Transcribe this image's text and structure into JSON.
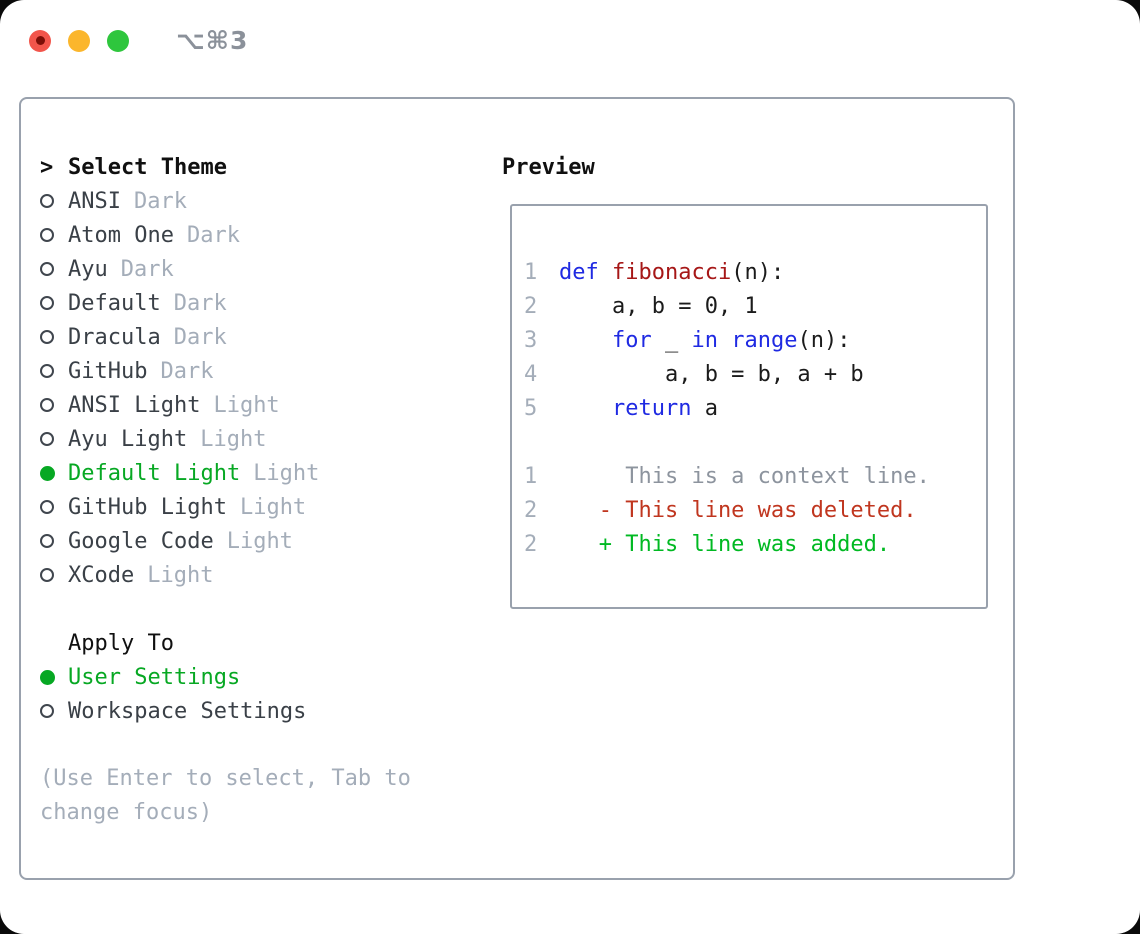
{
  "window": {
    "shortcut_label": "⌥⌘3",
    "traffic_lights": [
      "close",
      "minimize",
      "zoom"
    ]
  },
  "theme_list": {
    "header_prefix": ">",
    "header": "Select Theme",
    "items": [
      {
        "name": "ANSI",
        "tag": "Dark",
        "selected": false
      },
      {
        "name": "Atom One",
        "tag": "Dark",
        "selected": false
      },
      {
        "name": "Ayu",
        "tag": "Dark",
        "selected": false
      },
      {
        "name": "Default",
        "tag": "Dark",
        "selected": false
      },
      {
        "name": "Dracula",
        "tag": "Dark",
        "selected": false
      },
      {
        "name": "GitHub",
        "tag": "Dark",
        "selected": false
      },
      {
        "name": "ANSI Light",
        "tag": "Light",
        "selected": false
      },
      {
        "name": "Ayu Light",
        "tag": "Light",
        "selected": false
      },
      {
        "name": "Default Light",
        "tag": "Light",
        "selected": true
      },
      {
        "name": "GitHub Light",
        "tag": "Light",
        "selected": false
      },
      {
        "name": "Google Code",
        "tag": "Light",
        "selected": false
      },
      {
        "name": "XCode",
        "tag": "Light",
        "selected": false
      }
    ]
  },
  "apply_to": {
    "header": "Apply To",
    "items": [
      {
        "name": "User Settings",
        "selected": true
      },
      {
        "name": "Workspace Settings",
        "selected": false
      }
    ]
  },
  "help_text": "(Use Enter to select, Tab to change focus)",
  "preview": {
    "header": "Preview",
    "code_lines": [
      {
        "num": "1",
        "tokens": [
          {
            "text": "def",
            "style": "kw"
          },
          {
            "text": " ",
            "style": "plain"
          },
          {
            "text": "fibonacci",
            "style": "fn"
          },
          {
            "text": "(n):",
            "style": "plain"
          }
        ]
      },
      {
        "num": "2",
        "tokens": [
          {
            "text": "    a, b = 0, 1",
            "style": "plain"
          }
        ]
      },
      {
        "num": "3",
        "tokens": [
          {
            "text": "    ",
            "style": "plain"
          },
          {
            "text": "for",
            "style": "kw"
          },
          {
            "text": " _ ",
            "style": "plain"
          },
          {
            "text": "in",
            "style": "kw"
          },
          {
            "text": " ",
            "style": "plain"
          },
          {
            "text": "range",
            "style": "kw"
          },
          {
            "text": "(n):",
            "style": "plain"
          }
        ]
      },
      {
        "num": "4",
        "tokens": [
          {
            "text": "        a, b = b, a + b",
            "style": "plain"
          }
        ]
      },
      {
        "num": "5",
        "tokens": [
          {
            "text": "    ",
            "style": "plain"
          },
          {
            "text": "return",
            "style": "kw"
          },
          {
            "text": " a",
            "style": "plain"
          }
        ]
      },
      {
        "num": "",
        "tokens": []
      },
      {
        "num": "1",
        "tokens": [
          {
            "text": "     This is a context line.",
            "style": "ctx"
          }
        ]
      },
      {
        "num": "2",
        "tokens": [
          {
            "text": "   - This line was deleted.",
            "style": "del"
          }
        ]
      },
      {
        "num": "2",
        "tokens": [
          {
            "text": "   + This line was added.",
            "style": "add"
          }
        ]
      }
    ]
  },
  "colors": {
    "selected_green": "#07a823",
    "keyword_blue": "#1f2ae2",
    "function_red": "#a61717",
    "diff_deleted": "#c0361f",
    "diff_added": "#00b922",
    "context_gray": "#8d949e",
    "muted_gray": "#a4adb9",
    "item_text": "#3a4047",
    "panel_border": "#99a1ad",
    "traffic_red": "#f2554b",
    "traffic_yellow": "#fbb62c",
    "traffic_green": "#2ec63d"
  }
}
